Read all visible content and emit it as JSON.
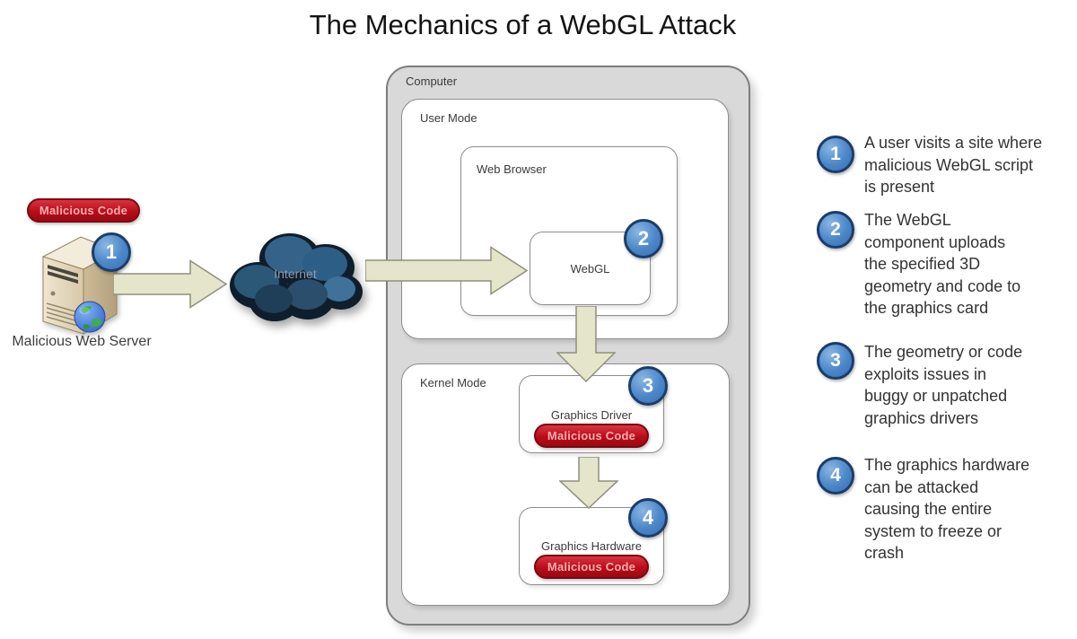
{
  "title": "The Mechanics of a WebGL Attack",
  "colors": {
    "badge_blue": "#4a86c8",
    "badge_border": "#1b3d69",
    "malicious_red": "#b80d19",
    "arrow_fill": "#e4e5cb",
    "computer_gray": "#d9d9d9",
    "cloud_navy": "#16293a"
  },
  "server": {
    "malicious_badge": "Malicious Code",
    "step": "1",
    "label": "Malicious Web Server"
  },
  "internet": {
    "label": "Internet"
  },
  "computer": {
    "label": "Computer",
    "user_mode": {
      "label": "User Mode",
      "web_browser": {
        "label": "Web Browser",
        "webgl": {
          "label": "WebGL",
          "step": "2"
        }
      }
    },
    "kernel_mode": {
      "label": "Kernel Mode",
      "graphics_driver": {
        "label": "Graphics Driver",
        "malicious_badge": "Malicious Code",
        "step": "3"
      },
      "graphics_hardware": {
        "label": "Graphics Hardware",
        "malicious_badge": "Malicious Code",
        "step": "4"
      }
    }
  },
  "legend": [
    {
      "step": "1",
      "lines": [
        "A user visits a site where",
        "malicious WebGL script",
        "is present"
      ]
    },
    {
      "step": "2",
      "lines": [
        "The WebGL",
        "component uploads",
        "the specified 3D",
        "geometry and code to",
        "the graphics card"
      ]
    },
    {
      "step": "3",
      "lines": [
        "The geometry or code",
        "exploits issues in",
        "buggy or unpatched",
        "graphics drivers"
      ]
    },
    {
      "step": "4",
      "lines": [
        "The graphics hardware",
        "can be attacked",
        "causing the entire",
        "system to freeze or",
        "crash"
      ]
    }
  ]
}
